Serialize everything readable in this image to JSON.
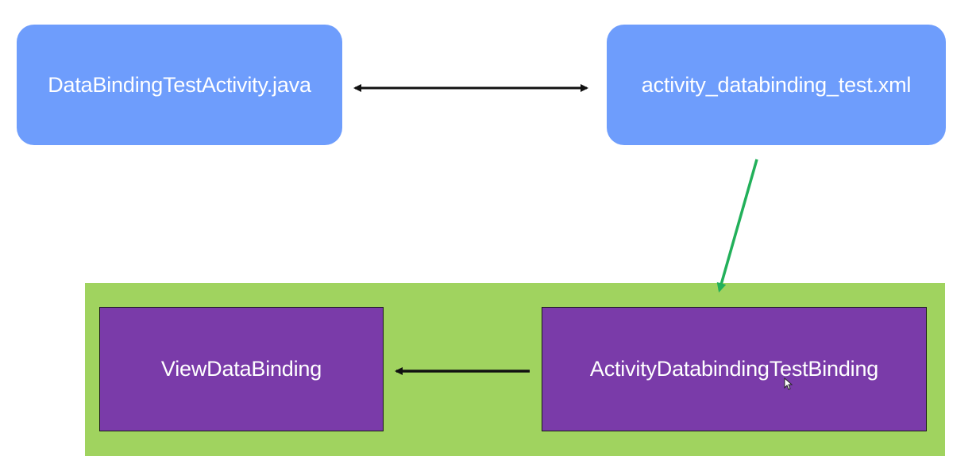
{
  "colors": {
    "top_box": "#6e9dfc",
    "group_panel": "#a0d35f",
    "binding_box": "#7a3ba9",
    "arrow_black": "#111111",
    "arrow_green": "#22b05a"
  },
  "nodes": {
    "java": "DataBindingTestActivity.java",
    "xml": "activity_databinding_test.xml",
    "view_binding": "ViewDataBinding",
    "generated_binding": "ActivityDatabindingTestBinding"
  }
}
